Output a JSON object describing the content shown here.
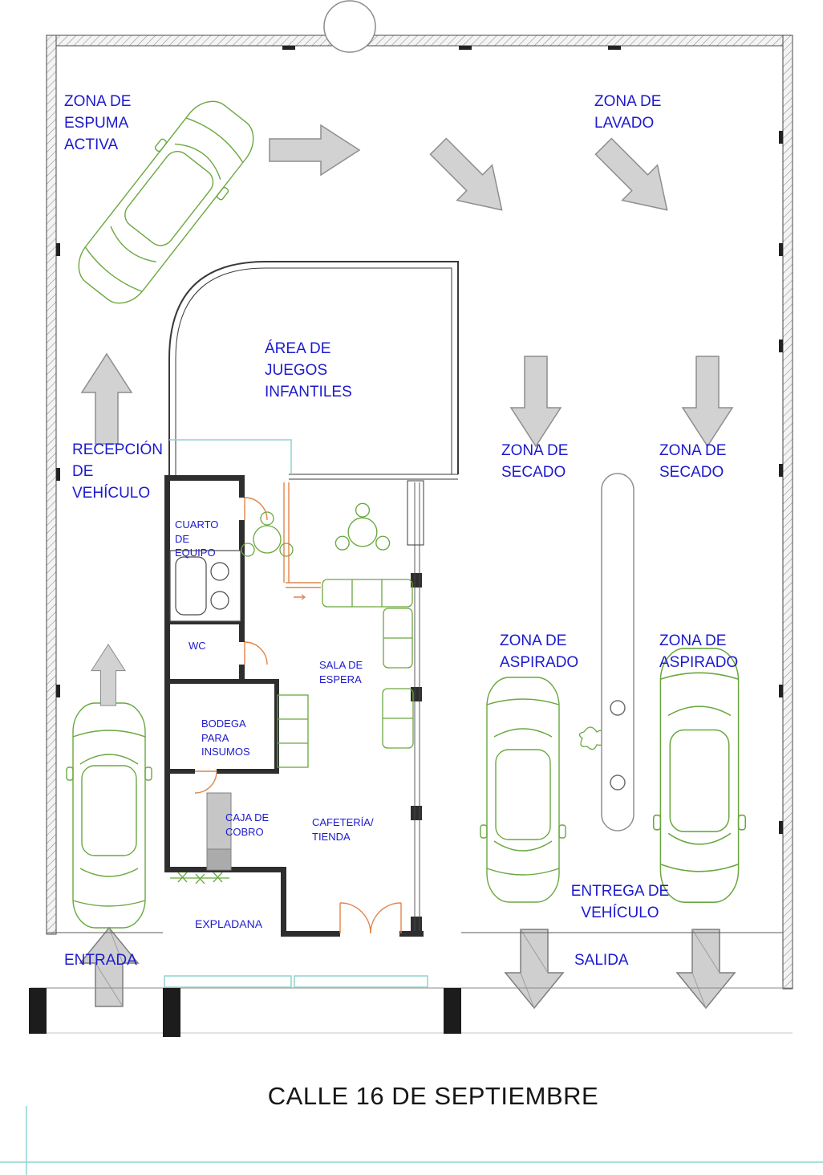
{
  "meta": {
    "street_label": "CALLE 16 DE SEPTIEMBRE"
  },
  "zones": {
    "espuma_activa": "ZONA DE\nESPUMA\nACTIVA",
    "lavado": "ZONA DE\nLAVADO",
    "juegos_infantiles": "ÁREA DE\nJUEGOS\nINFANTILES",
    "recepcion_vehiculo": "RECEPCIÓN\nDE\nVEHÍCULO",
    "secado_izq": "ZONA DE\nSECADO",
    "secado_der": "ZONA DE\nSECADO",
    "aspirado_izq": "ZONA DE\nASPIRADO",
    "aspirado_der": "ZONA DE\nASPIRADO",
    "entrega_vehiculo": "ENTREGA DE\nVEHÍCULO",
    "entrada": "ENTRADA",
    "salida": "SALIDA",
    "expladana": "EXPLADANA"
  },
  "rooms": {
    "cuarto_equipo": "CUARTO\nDE\nEQUIPO",
    "wc": "WC",
    "sala_espera": "SALA DE\nESPERA",
    "bodega_insumos": "BODEGA\nPARA\nINSUMOS",
    "caja_cobro": "CAJA DE\nCOBRO",
    "cafeteria_tienda": "CAFETERÍA/\nTIENDA"
  },
  "colors": {
    "label_blue": "#1d1acd",
    "wall_black": "#2e2e2e",
    "car_green": "#6aa83f",
    "door_orange": "#e08449",
    "arrow_gray": "#d2d2d2",
    "teal": "#8fd3cf"
  }
}
